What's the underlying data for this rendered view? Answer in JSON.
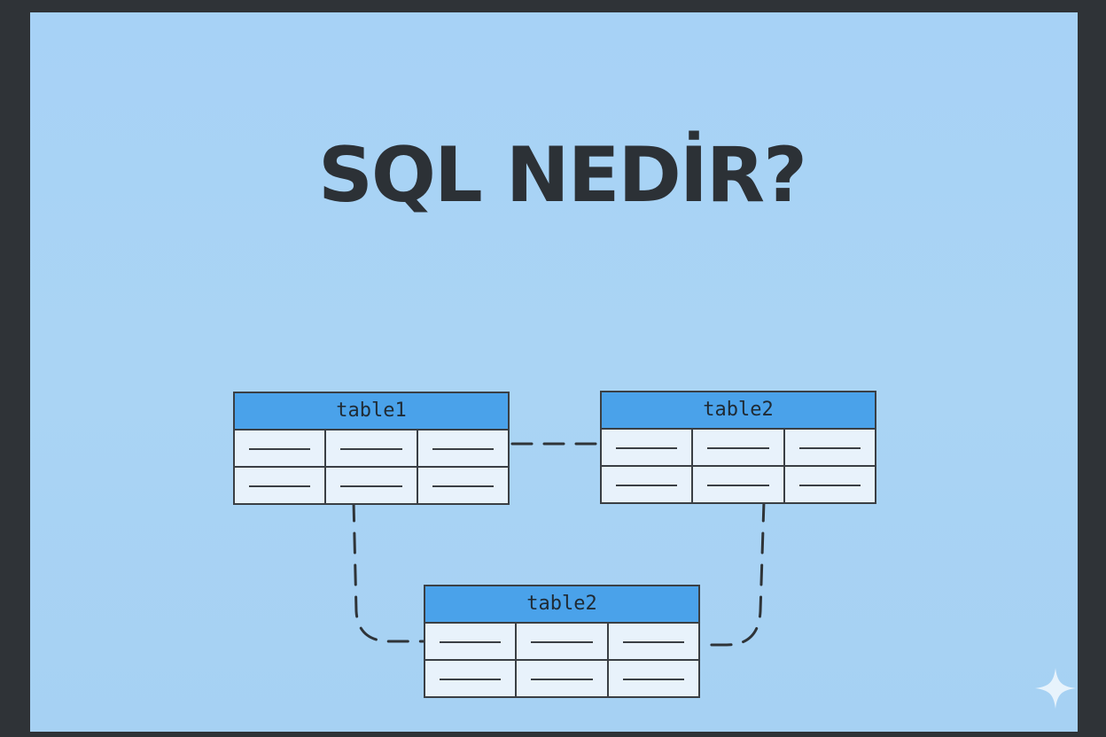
{
  "title": "SQL NEDİR?",
  "tables": [
    {
      "name": "table1"
    },
    {
      "name": "table2"
    },
    {
      "name": "table2"
    }
  ],
  "colors": {
    "background": "#a9d3f5",
    "frame": "#2f3337",
    "header": "#4aa2ea",
    "cell": "#e8f2fb",
    "ink": "#2c3136"
  },
  "icons": [
    "sparkle-icon"
  ]
}
